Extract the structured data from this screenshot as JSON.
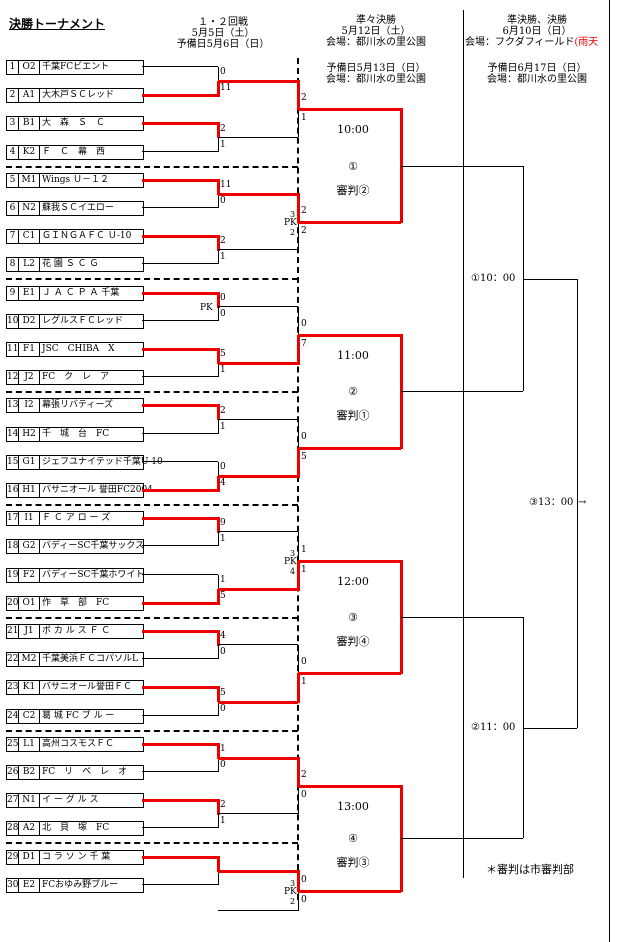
{
  "title": "決勝トーナメント",
  "headers": {
    "r12": {
      "l1": "１・２回戦",
      "l2": "5月5日（土）",
      "l3": "予備日5月6日（日）"
    },
    "qf": {
      "l1": "準々決勝",
      "l2": "5月12日（土）",
      "l3": "会場：都川水の里公園",
      "l4": "予備日5月13日（日）",
      "l5": "会場：都川水の里公園"
    },
    "sf": {
      "l1": "準決勝、決勝",
      "l2": "6月10日（日）",
      "l3": "会場：フクダフィールド",
      "l3r": "(雨天",
      "l4": "予備日6月17日（日）",
      "l5": "会場：都川水の里公園"
    }
  },
  "teams": [
    {
      "no": "1",
      "code": "O2",
      "name": "千葉FCビエント"
    },
    {
      "no": "2",
      "code": "A1",
      "name": "大木戸ＳＣレッド"
    },
    {
      "no": "3",
      "code": "B1",
      "name": "大　森　Ｓ　Ｃ"
    },
    {
      "no": "4",
      "code": "K2",
      "name": "Ｆ　Ｃ　幕　西"
    },
    {
      "no": "5",
      "code": "M1",
      "name": "Wings Ｕ－１２"
    },
    {
      "no": "6",
      "code": "N2",
      "name": "蘇我ＳＣイエロー"
    },
    {
      "no": "7",
      "code": "C1",
      "name": "ＧＩＮＧＡＦＣ Ｕ-10"
    },
    {
      "no": "8",
      "code": "L2",
      "name": "花 園 Ｓ Ｃ Ｇ"
    },
    {
      "no": "9",
      "code": "E1",
      "name": "Ｊ Ａ Ｃ Ｐ Ａ 千葉"
    },
    {
      "no": "10",
      "code": "D2",
      "name": "レグルスＦＣレッド"
    },
    {
      "no": "11",
      "code": "F1",
      "name": "JSC　CHIBA　X"
    },
    {
      "no": "12",
      "code": "J2",
      "name": "FC　ク　レ　ア"
    },
    {
      "no": "13",
      "code": "I2",
      "name": "幕張リバティーズ"
    },
    {
      "no": "14",
      "code": "H2",
      "name": "千　城　台　FC"
    },
    {
      "no": "15",
      "code": "G1",
      "name": "ジェフユナイテッド千葉U-10"
    },
    {
      "no": "16",
      "code": "H1",
      "name": "バサニオール 誉田FC2004"
    },
    {
      "no": "17",
      "code": "I1",
      "name": "Ｆ Ｃ ア ロ ー ズ"
    },
    {
      "no": "18",
      "code": "G2",
      "name": "バディーSC千葉サックス"
    },
    {
      "no": "19",
      "code": "F2",
      "name": "バディーSC千葉ホワイト"
    },
    {
      "no": "20",
      "code": "O1",
      "name": "作　草　部　FC"
    },
    {
      "no": "21",
      "code": "J1",
      "name": "ボ カ ル ス Ｆ Ｃ"
    },
    {
      "no": "22",
      "code": "M2",
      "name": "千葉美浜ＦＣコパソルL"
    },
    {
      "no": "23",
      "code": "K1",
      "name": "バサニオール誉田ＦＣ"
    },
    {
      "no": "24",
      "code": "C2",
      "name": "葛 城 FC ブ ル ー"
    },
    {
      "no": "25",
      "code": "L1",
      "name": "高州コスモスＦＣ"
    },
    {
      "no": "26",
      "code": "B2",
      "name": "FC　リ　ベ　レ　オ"
    },
    {
      "no": "27",
      "code": "N1",
      "name": "イ ー グ ル ス"
    },
    {
      "no": "28",
      "code": "A2",
      "name": "北　貝　塚　FC"
    },
    {
      "no": "29",
      "code": "D1",
      "name": "コ ラ ソ ン 千 葉"
    },
    {
      "no": "30",
      "code": "E2",
      "name": "FCおゆみ野ブルー"
    }
  ],
  "r1_scores": [
    [
      "0",
      "11"
    ],
    [
      "2",
      "1"
    ],
    [
      "11",
      "0"
    ],
    [
      "2",
      "1"
    ],
    [
      "0",
      "0"
    ],
    [
      "5",
      "1"
    ],
    [
      "2",
      "1"
    ],
    [
      "0",
      "4"
    ],
    [
      "9",
      "1"
    ],
    [
      "1",
      "5"
    ],
    [
      "4",
      "0"
    ],
    [
      "5",
      "0"
    ],
    [
      "1",
      "0"
    ],
    [
      "2",
      "1"
    ]
  ],
  "r1_pk": {
    "pair5": "PK"
  },
  "r2_scores": [
    {
      "a": "2",
      "b": "1"
    },
    {
      "a": "2",
      "b": "2",
      "pk": "PK",
      "pka": "3",
      "pkb": "2"
    },
    {
      "a": "0",
      "b": "7"
    },
    {
      "a": "0",
      "b": "5"
    },
    {
      "a": "1",
      "b": "1",
      "pk": "PK",
      "pka": "3",
      "pkb": "4"
    },
    {
      "a": "0",
      "b": "1"
    },
    {
      "a": "2",
      "b": "0"
    },
    {
      "a": "0",
      "b": "0",
      "pk": "PK",
      "pka": "3",
      "pkb": "2"
    }
  ],
  "qf": [
    {
      "time": "10:00",
      "num": "①",
      "ref": "審判②"
    },
    {
      "time": "11:00",
      "num": "②",
      "ref": "審判①"
    },
    {
      "time": "12:00",
      "num": "③",
      "ref": "審判④"
    },
    {
      "time": "13:00",
      "num": "④",
      "ref": "審判③"
    }
  ],
  "sf": [
    {
      "label": "①10：00"
    },
    {
      "label": "②11：00"
    }
  ],
  "final": {
    "label": "③13：00"
  },
  "note": "＊審判は市審判部"
}
